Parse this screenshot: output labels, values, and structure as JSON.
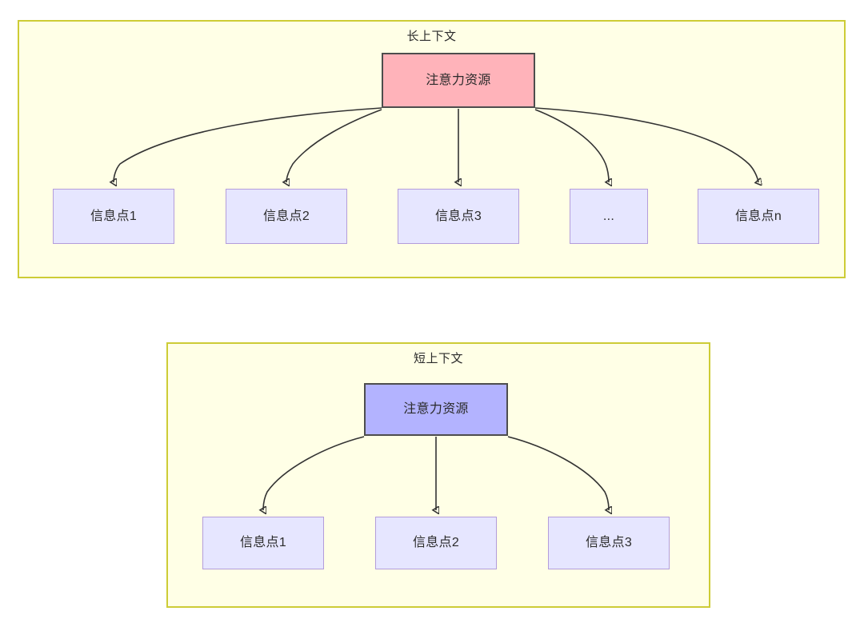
{
  "diagram": {
    "type": "node-edge-diagram",
    "background": "#ffffff",
    "panel_fill": "#FFFFE6",
    "panel_border": "#CDCC36",
    "edge_color": "#333333",
    "panels": [
      {
        "id": "long-context",
        "title": "长上下文",
        "root": {
          "label": "注意力资源",
          "fill": "#FFB3BA",
          "border": "#4d4d4d"
        },
        "children": [
          {
            "label": "信息点1",
            "fill": "#E6E6FF",
            "border": "#B39DDB"
          },
          {
            "label": "信息点2",
            "fill": "#E6E6FF",
            "border": "#B39DDB"
          },
          {
            "label": "信息点3",
            "fill": "#E6E6FF",
            "border": "#B39DDB"
          },
          {
            "label": "...",
            "fill": "#E6E6FF",
            "border": "#B39DDB"
          },
          {
            "label": "信息点n",
            "fill": "#E6E6FF",
            "border": "#B39DDB"
          }
        ]
      },
      {
        "id": "short-context",
        "title": "短上下文",
        "root": {
          "label": "注意力资源",
          "fill": "#B3B3FF",
          "border": "#4d4d4d"
        },
        "children": [
          {
            "label": "信息点1",
            "fill": "#E6E6FF",
            "border": "#B39DDB"
          },
          {
            "label": "信息点2",
            "fill": "#E6E6FF",
            "border": "#B39DDB"
          },
          {
            "label": "信息点3",
            "fill": "#E6E6FF",
            "border": "#B39DDB"
          }
        ]
      }
    ]
  }
}
